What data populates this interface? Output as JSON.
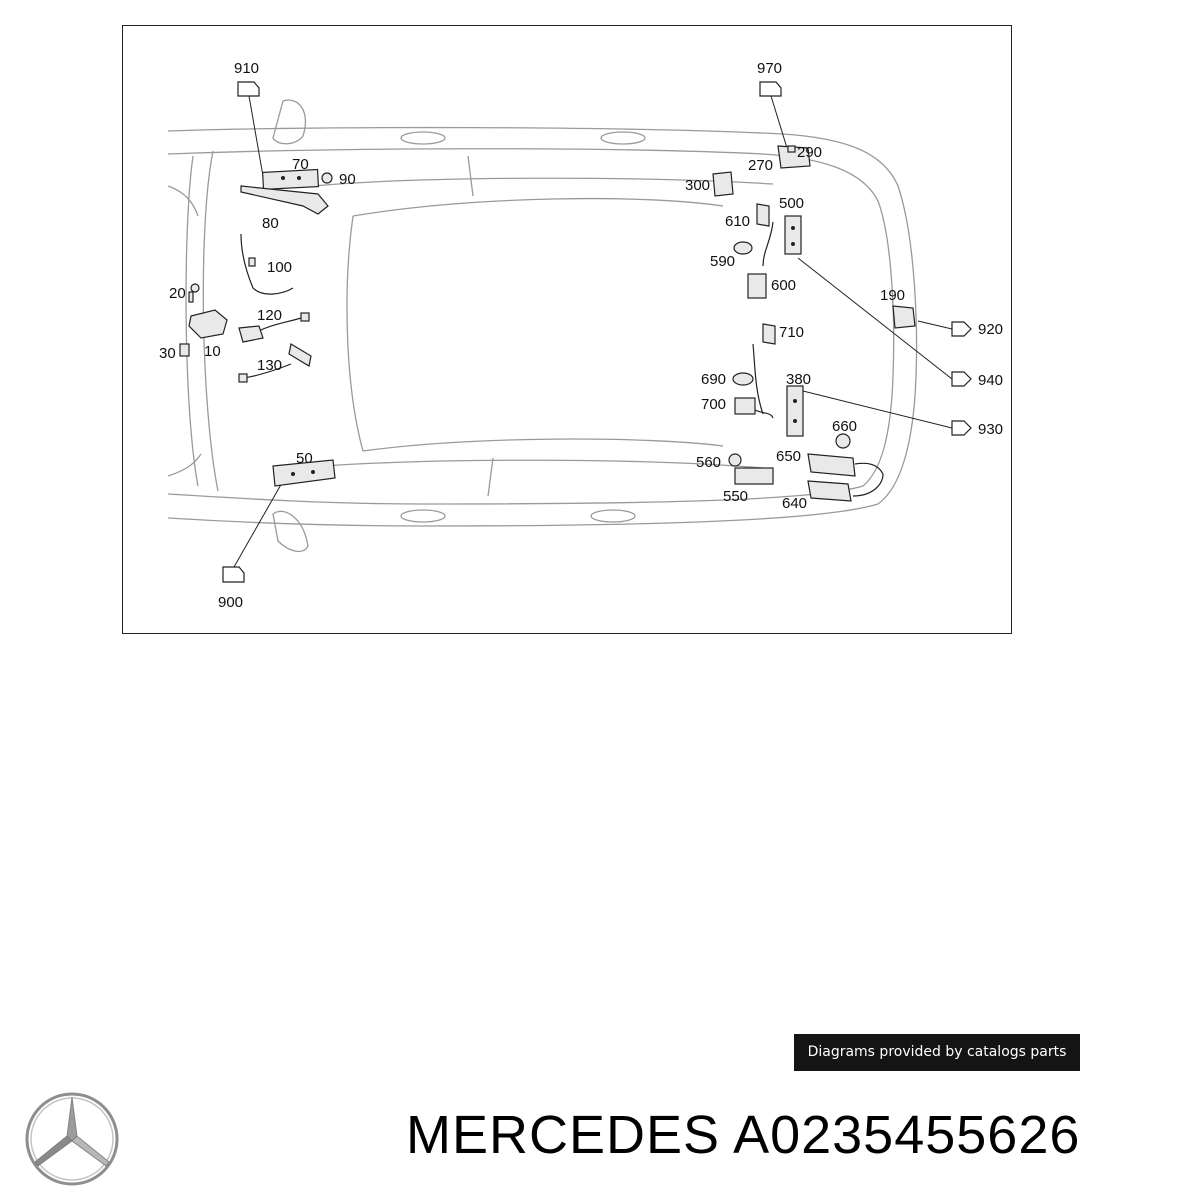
{
  "diagram": {
    "part_labels": {
      "p910": "910",
      "p970": "970",
      "p70": "70",
      "p90": "90",
      "p80": "80",
      "p100": "100",
      "p20": "20",
      "p120": "120",
      "p30": "30",
      "p10": "10",
      "p130": "130",
      "p50": "50",
      "p900": "900",
      "p290": "290",
      "p270": "270",
      "p300": "300",
      "p500": "500",
      "p610": "610",
      "p590": "590",
      "p600": "600",
      "p190": "190",
      "p920": "920",
      "p710": "710",
      "p940": "940",
      "p380": "380",
      "p690": "690",
      "p700": "700",
      "p930": "930",
      "p660": "660",
      "p560": "560",
      "p650": "650",
      "p550": "550",
      "p640": "640"
    }
  },
  "attribution": "Diagrams provided by catalogs parts",
  "brand": {
    "logo_icon": "mercedes-star-icon",
    "title": "MERCEDES A0235455626"
  }
}
